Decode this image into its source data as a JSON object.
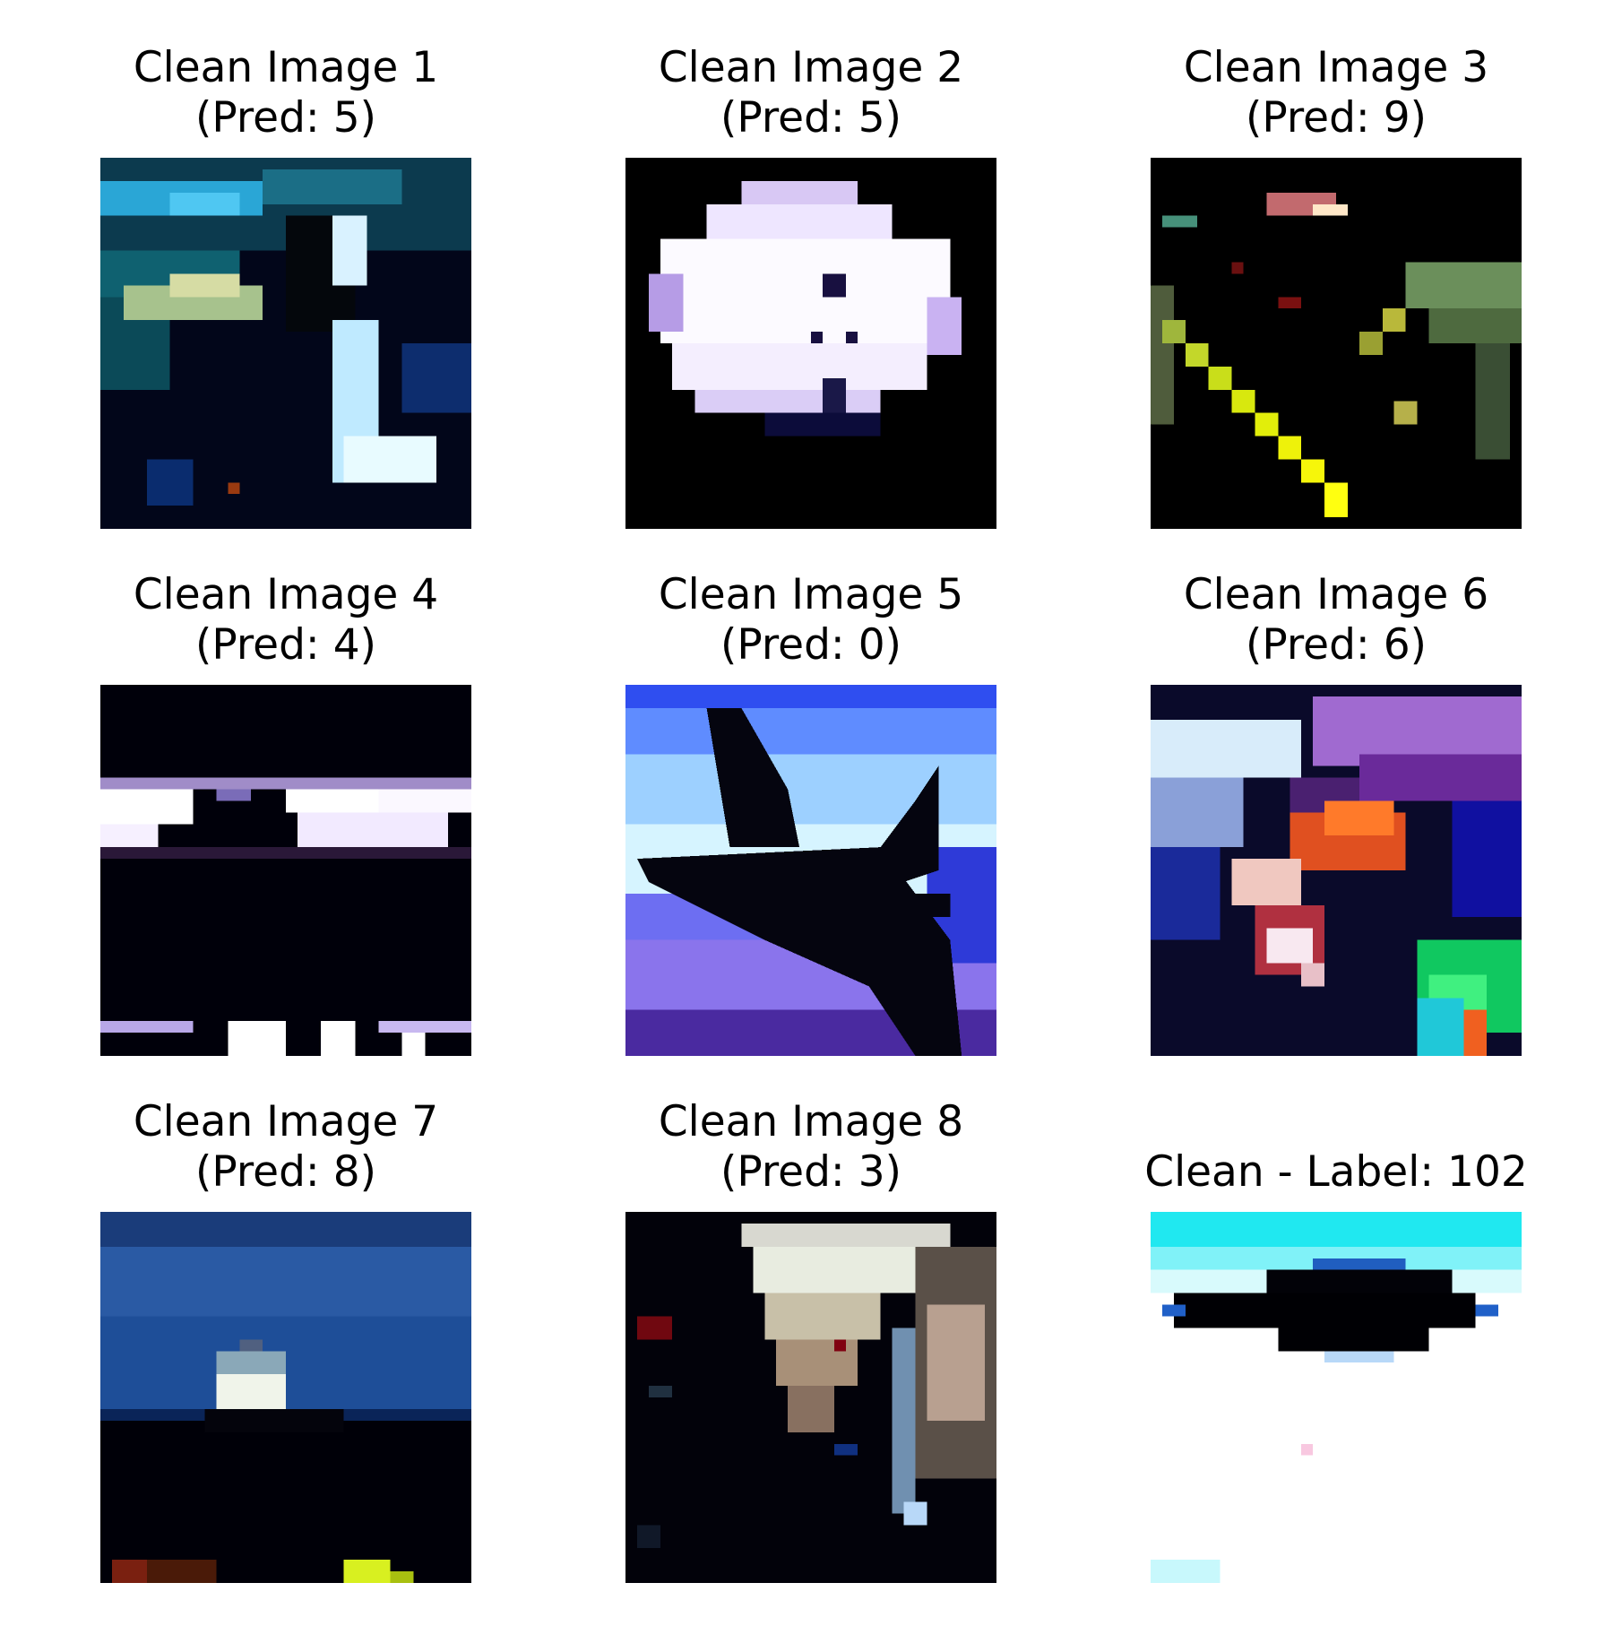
{
  "figure": {
    "panels": [
      {
        "line1": "Clean Image 1",
        "line2": "(Pred: 5)"
      },
      {
        "line1": "Clean Image 2",
        "line2": "(Pred: 5)"
      },
      {
        "line1": "Clean Image 3",
        "line2": "(Pred: 9)"
      },
      {
        "line1": "Clean Image 4",
        "line2": "(Pred: 4)"
      },
      {
        "line1": "Clean Image 5",
        "line2": "(Pred: 0)"
      },
      {
        "line1": "Clean Image 6",
        "line2": "(Pred: 6)"
      },
      {
        "line1": "Clean Image 7",
        "line2": "(Pred: 8)"
      },
      {
        "line1": "Clean Image 8",
        "line2": "(Pred: 3)"
      },
      {
        "line1": "Clean - Label: 102",
        "line2": ""
      }
    ]
  }
}
